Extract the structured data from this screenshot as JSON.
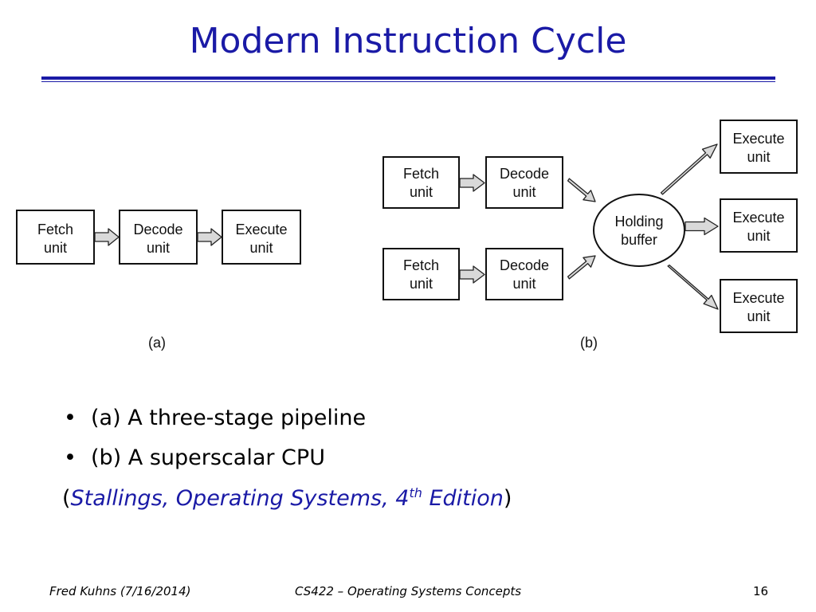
{
  "slide": {
    "title": "Modern Instruction Cycle"
  },
  "diagram": {
    "a": {
      "caption": "(a)",
      "units": [
        {
          "line1": "Fetch",
          "line2": "unit"
        },
        {
          "line1": "Decode",
          "line2": "unit"
        },
        {
          "line1": "Execute",
          "line2": "unit"
        }
      ]
    },
    "b": {
      "caption": "(b)",
      "fetch_units": [
        {
          "line1": "Fetch",
          "line2": "unit"
        },
        {
          "line1": "Fetch",
          "line2": "unit"
        }
      ],
      "decode_units": [
        {
          "line1": "Decode",
          "line2": "unit"
        },
        {
          "line1": "Decode",
          "line2": "unit"
        }
      ],
      "buffer": {
        "line1": "Holding",
        "line2": "buffer"
      },
      "execute_units": [
        {
          "line1": "Execute",
          "line2": "unit"
        },
        {
          "line1": "Execute",
          "line2": "unit"
        },
        {
          "line1": "Execute",
          "line2": "unit"
        }
      ]
    }
  },
  "bullets": [
    "(a) A three-stage pipeline",
    "(b) A superscalar CPU"
  ],
  "citation": {
    "open": "(",
    "text": "Stallings, Operating Systems, 4",
    "sup": "th",
    "edition": " Edition",
    "close": ")"
  },
  "footer": {
    "left": "Fred Kuhns (7/16/2014)",
    "center": "CS422 – Operating Systems Concepts",
    "page": "16"
  }
}
